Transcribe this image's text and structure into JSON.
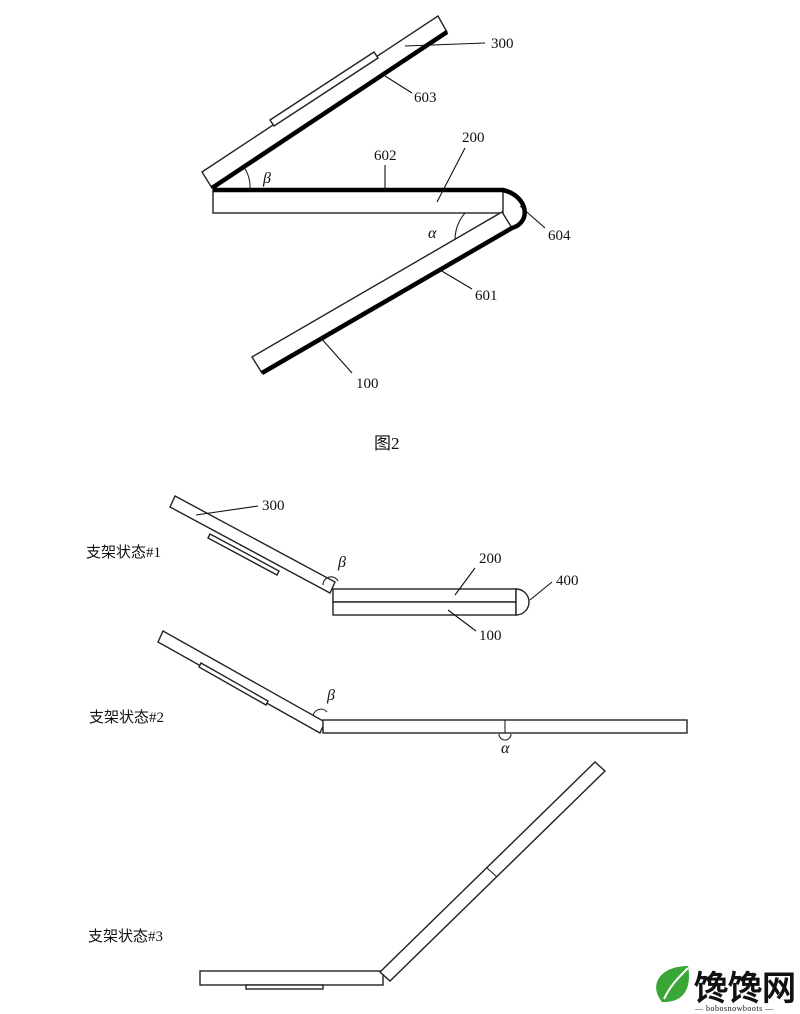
{
  "figure2": {
    "labels": {
      "l300": "300",
      "l603": "603",
      "l602": "602",
      "l200": "200",
      "l604": "604",
      "l601": "601",
      "l100": "100",
      "beta": "β",
      "alpha": "α"
    },
    "caption": "图2"
  },
  "state1": {
    "title": "支架状态#1",
    "l300": "300",
    "l200": "200",
    "l400": "400",
    "l100": "100",
    "beta": "β"
  },
  "state2": {
    "title": "支架状态#2",
    "beta": "β",
    "alpha": "α"
  },
  "state3": {
    "title": "支架状态#3"
  },
  "watermark": {
    "brand": "馋馋网",
    "site": "— bobosnowboots —",
    "leaf_color": "#3aa635"
  }
}
